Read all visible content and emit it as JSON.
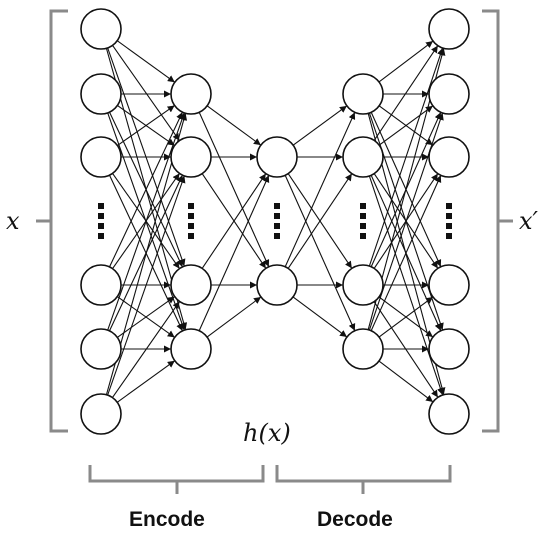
{
  "labels": {
    "input": "x",
    "output": "x′",
    "code": "h(x)",
    "encode": "Encode",
    "decode": "Decode"
  },
  "network": {
    "layers": [
      {
        "name": "input",
        "top_nodes": 3,
        "bottom_nodes": 3,
        "ellipsis": true
      },
      {
        "name": "encoder-hidden",
        "top_nodes": 2,
        "bottom_nodes": 2,
        "ellipsis": true
      },
      {
        "name": "code",
        "top_nodes": 1,
        "bottom_nodes": 1,
        "ellipsis": true
      },
      {
        "name": "decoder-hidden",
        "top_nodes": 2,
        "bottom_nodes": 2,
        "ellipsis": true
      },
      {
        "name": "output",
        "top_nodes": 3,
        "bottom_nodes": 3,
        "ellipsis": true
      }
    ],
    "connectivity": "fully-connected"
  },
  "colors": {
    "node_stroke": "#111111",
    "edge": "#111111",
    "bracket": "#8a8a8a",
    "text": "#111111"
  }
}
